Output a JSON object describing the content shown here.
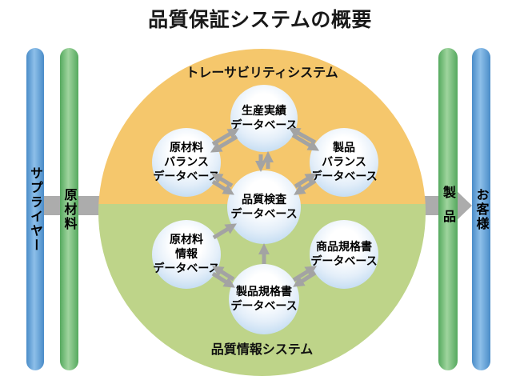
{
  "title": "品質保証システムの概要",
  "systems": {
    "traceability": {
      "label": "トレーサビリティシステム"
    },
    "quality_info": {
      "label": "品質情報システム"
    }
  },
  "left_bars": [
    {
      "id": "supplier",
      "label": "サプライヤー"
    },
    {
      "id": "raw-materials",
      "label": "原材料"
    }
  ],
  "right_bars": [
    {
      "id": "product",
      "label": "製品"
    },
    {
      "id": "customer",
      "label": "お客様"
    }
  ],
  "nodes": [
    {
      "id": "production-results-db",
      "lines": [
        "生産実績",
        "データベース"
      ]
    },
    {
      "id": "raw-material-balance-db",
      "lines": [
        "原材料",
        "バランス",
        "データベース"
      ]
    },
    {
      "id": "product-balance-db",
      "lines": [
        "製品",
        "バランス",
        "データベース"
      ]
    },
    {
      "id": "quality-inspection-db",
      "lines": [
        "品質検査",
        "データベース"
      ]
    },
    {
      "id": "raw-material-info-db",
      "lines": [
        "原材料",
        "情報",
        "データベース"
      ]
    },
    {
      "id": "merchandise-spec-db",
      "lines": [
        "商品規格書",
        "データベース"
      ]
    },
    {
      "id": "product-spec-db",
      "lines": [
        "製品規格書",
        "データベース"
      ]
    }
  ],
  "colors": {
    "traceability_fill": "#F5C76C",
    "quality_info_fill": "#BED489",
    "node_rim": "#ADCDEB",
    "link_arrow_gray": "#A3A3A3",
    "flow_arrow_gray": "#ACACAC",
    "supplier_bar_blue": "#4A8CC8",
    "material_bar_green": "#55A95E"
  }
}
